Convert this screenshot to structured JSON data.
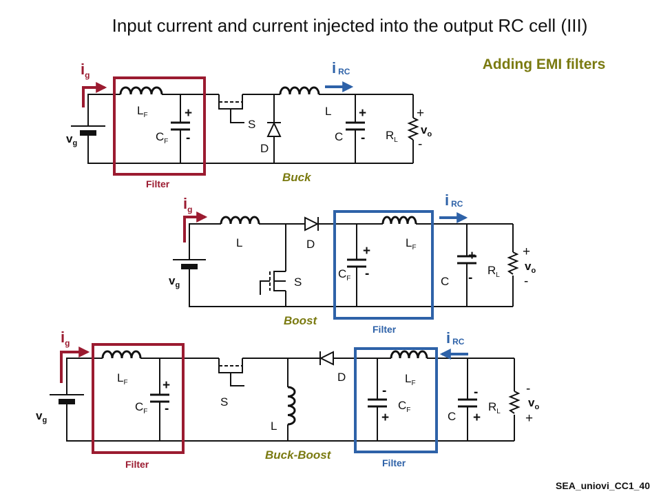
{
  "title": "Input current and current injected into the output RC cell (III)",
  "subtitle": "Adding EMI filters",
  "footer": "SEA_uniovi_CC1_40",
  "colors": {
    "input_current": "#9b1b30",
    "output_current": "#2e62a8",
    "filter_input_box": "#9b1b30",
    "filter_output_box": "#2e62a8",
    "subtitle": "#7a7a10",
    "converter_name": "#7a7a10",
    "filter_label": "#9b1b30"
  },
  "labels": {
    "i": "i",
    "g": "g",
    "RC": "RC",
    "v": "v",
    "o": "o",
    "L": "L",
    "F": "F",
    "C": "C",
    "R": "R",
    "S": "S",
    "D": "D",
    "plus": "+",
    "minus": "-",
    "filter": "Filter"
  },
  "circuits": {
    "buck": {
      "name": "Buck"
    },
    "boost": {
      "name": "Boost"
    },
    "buck_boost": {
      "name": "Buck-Boost"
    }
  }
}
